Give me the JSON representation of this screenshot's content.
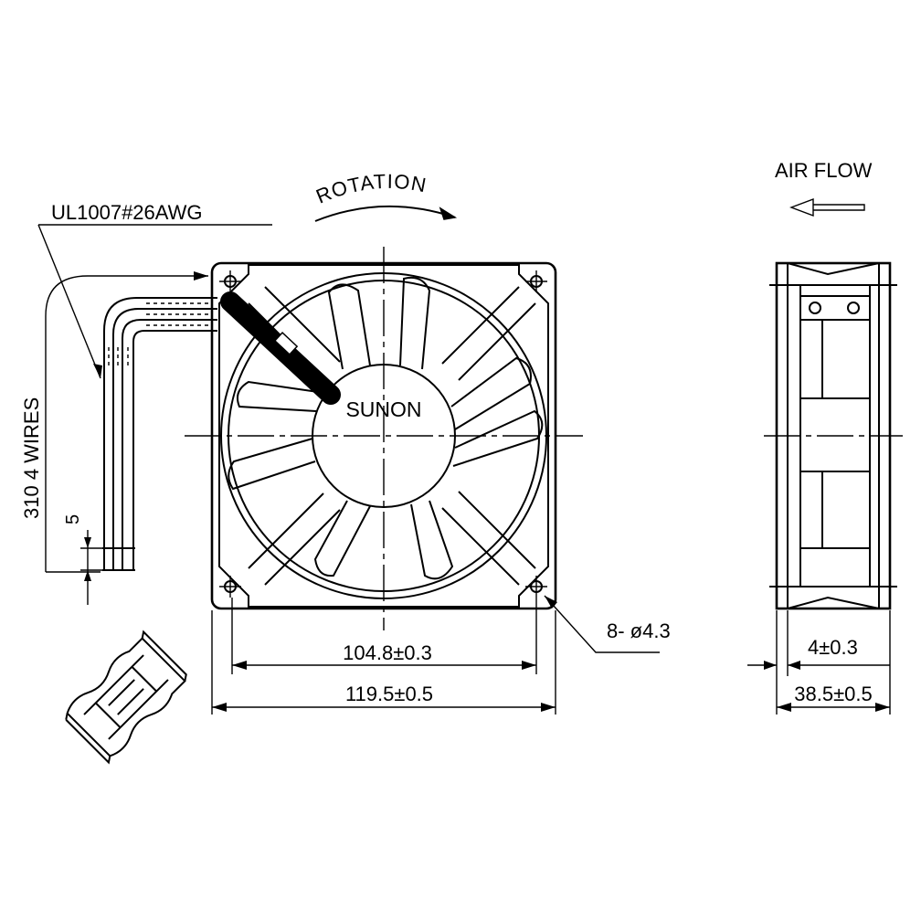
{
  "drawing": {
    "wire_spec": "UL1007#26AWG",
    "wire_length_label": "310  4 WIRES",
    "strip_length_label": "5",
    "rotation_label": "ROTATION",
    "brand": "SUNON",
    "hole_spec": "8- ø4.3",
    "hole_pitch": "104.8±0.3",
    "frame_size": "119.5±0.5",
    "airflow_label": "AIR FLOW",
    "flange_thickness": "4±0.3",
    "depth": "38.5±0.5"
  }
}
